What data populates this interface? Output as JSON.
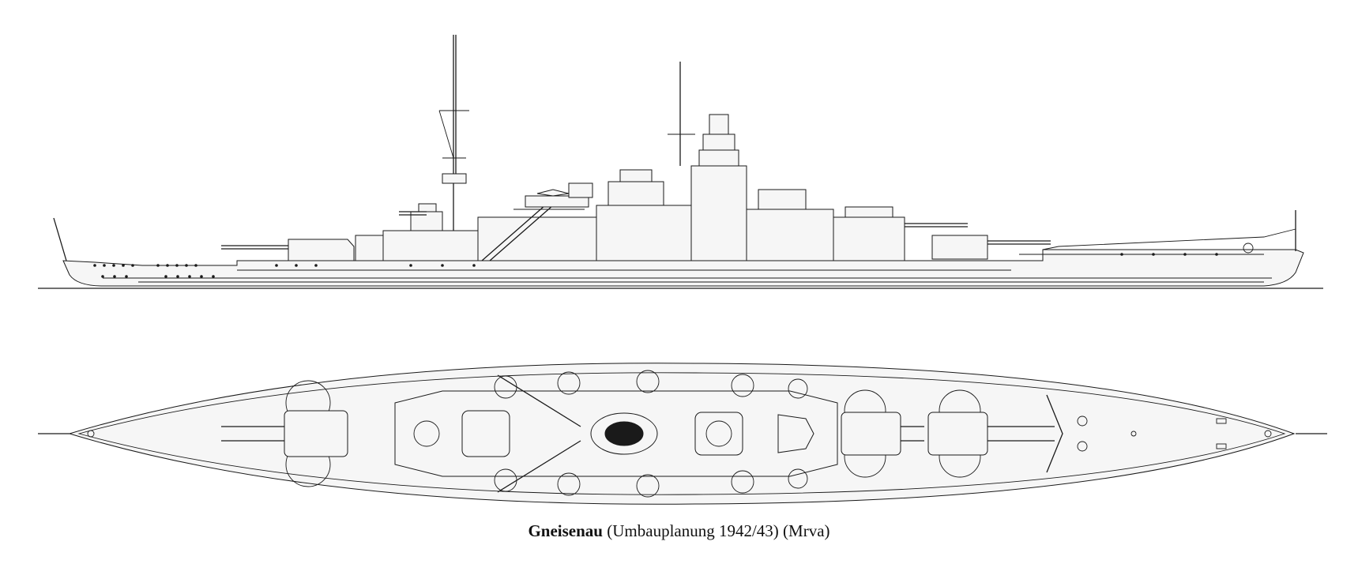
{
  "caption": {
    "ship_name": "Gneisenau",
    "description": "(Umbauplanung 1942/43)",
    "author": "(Mrva)"
  }
}
